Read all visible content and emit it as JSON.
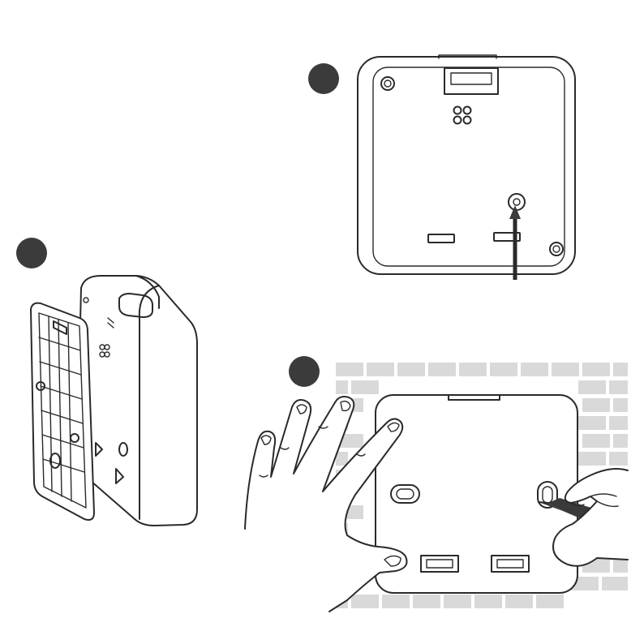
{
  "steps": [
    {
      "number": "",
      "icon": "step-marker"
    },
    {
      "number": "",
      "icon": "step-marker"
    },
    {
      "number": "",
      "icon": "step-marker"
    }
  ],
  "illustrations": {
    "device_back": "device-back-view",
    "device_mounting_plate": "mounting-plate-separation",
    "wall_marking": "wall-hole-marking"
  }
}
